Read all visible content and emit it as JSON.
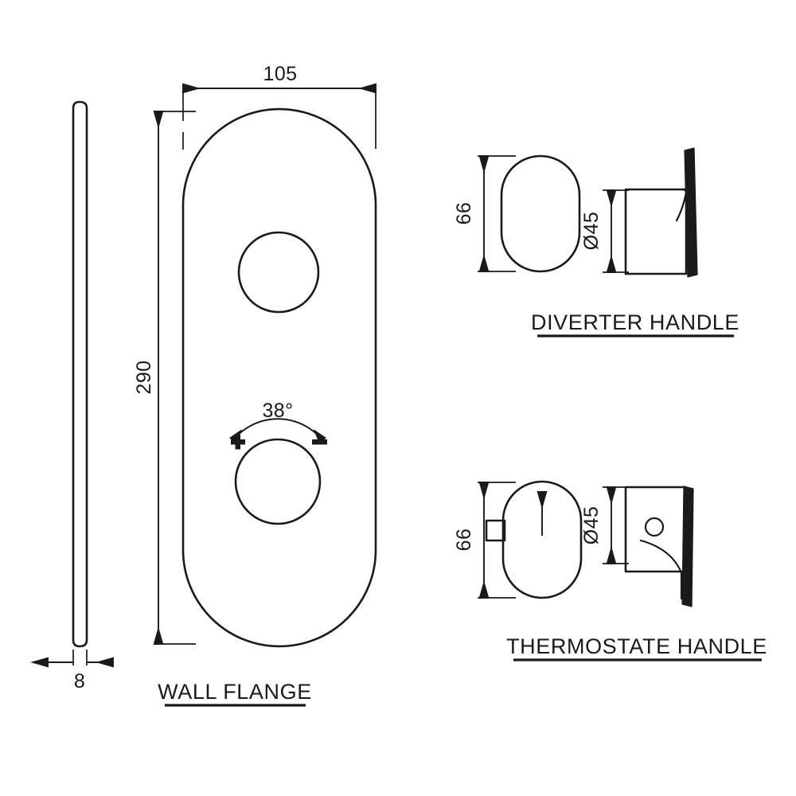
{
  "drawing": {
    "background_color": "#ffffff",
    "line_color": "#1a1a1a",
    "views": {
      "side_section": {
        "name": "wall-flange-side-section",
        "thickness_dim": "8"
      },
      "wall_flange": {
        "caption": "WALL FLANGE",
        "width_dim": "105",
        "height_dim": "290",
        "rotation_dim": "38°",
        "plus_symbol": "+",
        "minus_symbol": "−"
      },
      "diverter_handle": {
        "caption": "DIVERTER HANDLE",
        "height_dim": "66",
        "diameter_dim": "Ø45"
      },
      "thermostate_handle": {
        "caption": "THERMOSTATE  HANDLE",
        "height_dim": "66",
        "diameter_dim": "Ø45"
      }
    }
  }
}
